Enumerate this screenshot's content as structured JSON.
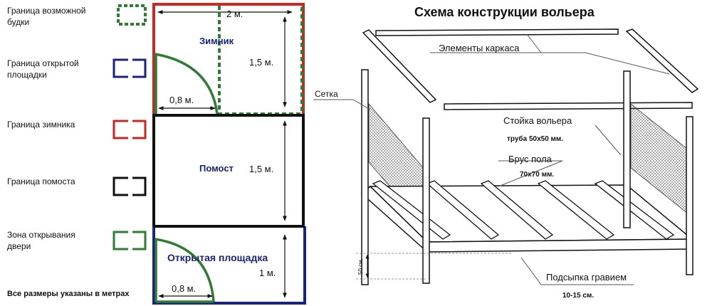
{
  "legend": {
    "items": [
      {
        "label_lines": [
          "Граница возможной",
          "будки"
        ],
        "color": "#2e7d32",
        "style": "dashed"
      },
      {
        "label_lines": [
          "Граница открытой",
          "площадки"
        ],
        "color": "#1a237e",
        "style": "bracket"
      },
      {
        "label_lines": [
          "Граница зимника"
        ],
        "color": "#c62828",
        "style": "bracket"
      },
      {
        "label_lines": [
          "Граница помоста"
        ],
        "color": "#111111",
        "style": "bracket"
      },
      {
        "label_lines": [
          "Зона открывания",
          "двери"
        ],
        "color": "#2e7d32",
        "style": "bracket"
      }
    ],
    "note": "Все размеры указаны в метрах"
  },
  "plan": {
    "zimnik_label": "Зимник",
    "width_dim": "2 м.",
    "zimnik_height_dim": "1,5 м.",
    "door_dim_top": "0,8 м.",
    "pomost_label": "Помост",
    "pomost_height_dim": "1,5 м.",
    "open_label": "Открытая площадка",
    "open_height_dim": "1 м.",
    "door_dim_bottom": "0,8 м."
  },
  "scheme": {
    "title": "Схема конструкции вольера",
    "frame_elements": "Элементы каркаса",
    "mesh": "Сетка",
    "post": "Стойка вольера",
    "post_spec": "труба 50x50 мм.",
    "floor_beam": "Брус пола",
    "floor_beam_spec": "70x70 мм.",
    "height_dim": "50 см.",
    "gravel": "Подсыпка гравием",
    "gravel_spec": "10-15 см."
  },
  "colors": {
    "red": "#c62828",
    "blue": "#1a237e",
    "green": "#2e7d32",
    "black": "#111111"
  }
}
